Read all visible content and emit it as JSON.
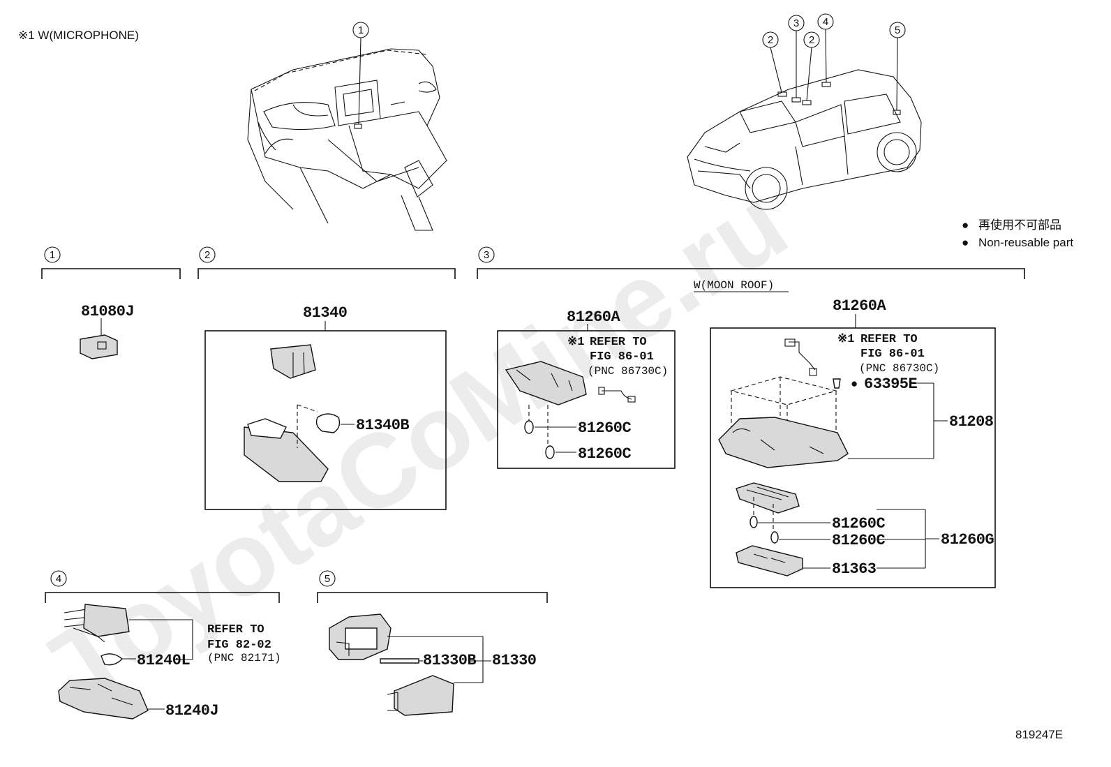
{
  "header": {
    "note_microphone": "※1 W(MICROPHONE)",
    "drawing_id": "819247E"
  },
  "watermark": "ToyotaCoMine.ru",
  "legend": {
    "items": [
      {
        "symbol": "●",
        "label": "再使用不可部品"
      },
      {
        "symbol": "●",
        "label": "Non-reusable part"
      }
    ]
  },
  "callouts": {
    "dash": [
      "1"
    ],
    "car": [
      "2",
      "3",
      "2",
      "4",
      "5"
    ]
  },
  "groups": [
    {
      "id": "1",
      "parts": [
        "81080J"
      ]
    },
    {
      "id": "2",
      "parts": [
        "81340",
        "81340B"
      ]
    },
    {
      "id": "3",
      "condition": "W(MOON ROOF)",
      "parts": [
        "81260A",
        "81260C",
        "81260C",
        "81260A",
        "63395E",
        "81208",
        "81260C",
        "81260C",
        "81260G",
        "81363"
      ]
    },
    {
      "id": "4",
      "parts": [
        "81240L",
        "81240J"
      ]
    },
    {
      "id": "5",
      "parts": [
        "81330B",
        "81330"
      ]
    }
  ],
  "refs": {
    "g3a": {
      "mark": "※1",
      "line1": "REFER TO",
      "line2": "FIG 86-01",
      "line3": "(PNC 86730C)"
    },
    "g3b": {
      "mark": "※1",
      "line1": "REFER TO",
      "line2": "FIG 86-01",
      "line3": "(PNC 86730C)"
    },
    "g4": {
      "line1": "REFER TO",
      "line2": "FIG 82-02",
      "line3": "(PNC 82171)"
    }
  },
  "non_reusable_marker": "●"
}
